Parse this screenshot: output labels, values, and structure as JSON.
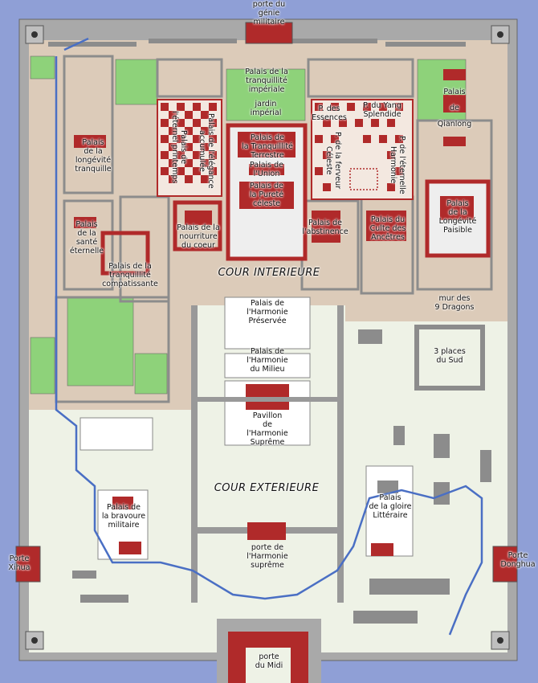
{
  "colors": {
    "moat": "#8f9fd6",
    "wall": "#a7a7a7",
    "outer_court": "#eef2e6",
    "inner_court": "#dccbb9",
    "palace_red": "#b02a2a",
    "garden_green": "#8ed27a",
    "building_gray": "#8c8c8c",
    "water": "#4a6fc4"
  },
  "labels": {
    "porte_genie": "porte du\ngénie\nmilitaire",
    "palais_tranquillite_imperiale": "Palais de la\ntranquillité\nimpériale",
    "jardin_imperial": "jardin\nimpérial",
    "p_essences": "P. des\nEssences",
    "p_yang": "P. du Yang\nSplendide",
    "palais_qianlong": "Palais\n\nde\n\nQianlong",
    "palais_longevite_tranquille": "Palais\nde la\nlongévité\ntranquille",
    "palais_eternel_printemps": "Palais de\nl'éternel printemps",
    "palais_elegance_accumulee": "Palais de l'élégance\naccumulée",
    "palais_tranquillite_terrestre": "Palais de\nla Tranquillité\nTerrestre",
    "palais_union": "Palais de\nl'Union",
    "palais_purete_celeste": "Palais de\nla Pureté\ncéleste",
    "p_ferveur_celeste": "P. de la ferveur\nCéleste",
    "p_eternelle_harmonie": "P. de l'éternelle\nHarmonie",
    "palais_longevite_paisible": "Palais\nde la\nLongévité\nPaisible",
    "palais_sante_eternelle": "Palais\nde la\nsanté\néternelle",
    "palais_nourriture_coeur": "Palais de la\nnourriture\ndu coeur",
    "palais_abstinence": "Palais de\nl'abstinence",
    "palais_culte_ancetres": "Palais du\nCulte des\nAncêtres",
    "palais_tranquillite_compatissante": "Palais de la\ntranquillité\ncompatissante",
    "cour_interieure": "COUR INTERIEURE",
    "mur_9_dragons": "mur des\n9 Dragons",
    "palais_harmonie_preservee": "Palais de\nl'Harmonie\nPréservée",
    "palais_harmonie_milieu": "Palais de\nl'Harmonie\ndu Milieu",
    "trois_places_sud": "3 places\ndu Sud",
    "pavillon_harmonie_supreme": "Pavillon\nde\nl'Harmonie\nSuprême",
    "cour_exterieure": "COUR EXTERIEURE",
    "palais_bravoure_militaire": "Palais de\nla bravoure\nmilitaire",
    "palais_gloire_litteraire": "Palais\nde la gloire\nLittéraire",
    "porte_xihua": "Porte\nXihua",
    "porte_donghua": "Porte\nDonghua",
    "porte_harmonie_supreme": "porte de\nl'Harmonie\nsuprême",
    "porte_midi": "porte\ndu Midi"
  }
}
